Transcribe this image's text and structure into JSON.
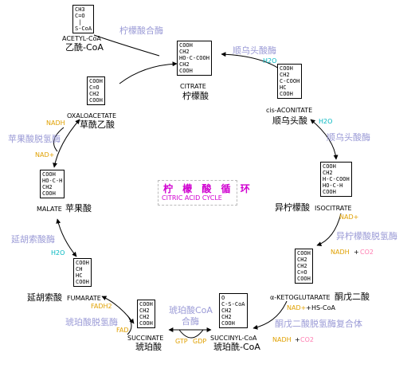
{
  "colors": {
    "arrow": "#000000",
    "enzyme": "#9a9ad6",
    "water": "#00b7c0",
    "nad": "#e0a000",
    "co2": "#ff7bb0",
    "center": "#d000d0"
  },
  "title": {
    "zh": "柠 檬 酸 循 环",
    "en": "CITRIC ACID CYCLE"
  },
  "acetyl": {
    "lines": [
      "CH3",
      "C=O",
      " |",
      "S-CoA"
    ],
    "en": "ACETYL-CoA",
    "zh": "乙酰-CoA"
  },
  "citrate": {
    "lines": [
      "COOH",
      "CH2",
      "HO-C-COOH",
      "CH2",
      "COOH"
    ],
    "en": "CITRATE",
    "zh": "柠檬酸"
  },
  "cisaconitate": {
    "lines": [
      "COOH",
      "CH2",
      "C-COOH",
      "HC",
      "COOH"
    ],
    "en": "cis-ACONITATE",
    "zh": "顺乌头酸"
  },
  "isocitrate": {
    "lines": [
      "COOH",
      "CH2",
      "H-C-COOH",
      "HO-C-H",
      "COOH"
    ],
    "en": "ISOCITRATE",
    "zh": "异柠檬酸"
  },
  "akg": {
    "lines": [
      "COOH",
      "CH2",
      "CH2",
      "C=O",
      "COOH"
    ],
    "en": "α-KETOGLUTARATE",
    "zh": "酮戊二酸"
  },
  "succinylcoa": {
    "lines": [
      "O",
      "C-S-CoA",
      "CH2",
      "CH2",
      "COOH"
    ],
    "en": "SUCCINYL-CoA",
    "zh": "琥珀酰-CoA"
  },
  "succinate": {
    "lines": [
      "COOH",
      "CH2",
      "CH2",
      "COOH"
    ],
    "en": "SUCCINATE",
    "zh": "琥珀酸"
  },
  "fumarate": {
    "lines": [
      "COOH",
      "CH",
      "HC",
      "COOH"
    ],
    "en": "FUMARATE",
    "zh": "延胡索酸"
  },
  "malate": {
    "lines": [
      "COOH",
      "HO-C-H",
      "CH2",
      "COOH"
    ],
    "en": "MALATE",
    "zh": "苹果酸"
  },
  "oxaloacetate": {
    "lines": [
      "COOH",
      "C=O",
      "CH2",
      "COOH"
    ],
    "en": "OXALOACETATE",
    "zh": "草酰乙酸"
  },
  "enzymes": {
    "citrate_synthase": "柠檬酸合酶",
    "aconitase1": "顺乌头酸酶",
    "aconitase2": "顺乌头酸酶",
    "icdh": "异柠檬酸脱氢酶",
    "akgdh": "酮戊二酸脱氢酶复合体",
    "succinyl_synthetase_1": "琥珀酸CoA",
    "succinyl_synthetase_2": "合酶",
    "sdh": "琥珀酸脱氢酶",
    "fumarase": "延胡索酸酶",
    "mdh": "苹果酸脱氢酶"
  },
  "cofactors": {
    "h2o_1": "H2O",
    "h2o_2": "H2O",
    "h2o_3": "H2O",
    "nad_1": "NAD+",
    "nadh_co2_1": "NADH",
    "co2_1": "CO2",
    "nad_2": "NAD+",
    "hscoa": "HS-CoA",
    "nadh_2": "NADH",
    "co2_2": "CO2",
    "gtp": "GTP",
    "gdp": "GDP",
    "fadh2": "FADH2",
    "fad": "FAD",
    "nadh_3": "NADH",
    "nad_3": "NAD+"
  }
}
